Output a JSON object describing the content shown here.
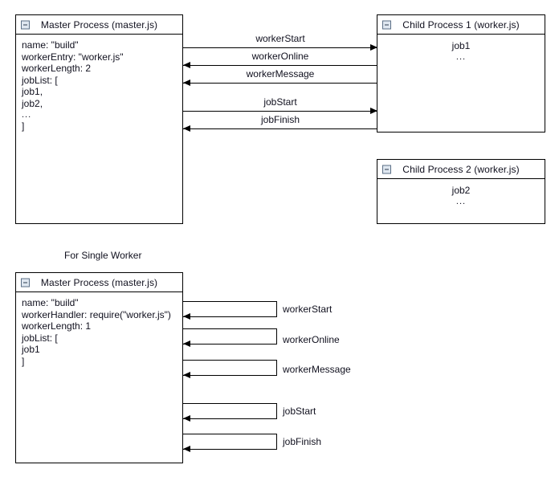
{
  "diagram": {
    "title": "Master / Child Process Messaging Diagram",
    "background_color": "#ffffff",
    "line_color": "#000000",
    "text_color": "#10101e",
    "icon_fill": "#dfe7f0",
    "icon_border": "#5b6f86"
  },
  "section_caption": "For Single Worker",
  "multi_worker": {
    "master": {
      "icon": "collapse-minus-icon",
      "title": "Master Process (master.js)",
      "body_lines": [
        "name: \"build\"",
        "workerEntry: \"worker.js\"",
        "workerLength: 2",
        "jobList: [",
        "job1,",
        "job2,",
        "...",
        "]"
      ]
    },
    "children": [
      {
        "icon": "collapse-minus-icon",
        "title": "Child Process 1 (worker.js)",
        "body_lines": [
          "job1",
          "..."
        ]
      },
      {
        "icon": "collapse-minus-icon",
        "title": "Child Process 2 (worker.js)",
        "body_lines": [
          "job2",
          "..."
        ]
      }
    ],
    "messages": [
      {
        "label": "workerStart",
        "direction": "right"
      },
      {
        "label": "workerOnline",
        "direction": "left"
      },
      {
        "label": "workerMessage",
        "direction": "left"
      },
      {
        "label": "jobStart",
        "direction": "right"
      },
      {
        "label": "jobFinish",
        "direction": "left"
      }
    ]
  },
  "single_worker": {
    "master": {
      "icon": "collapse-minus-icon",
      "title": "Master Process (master.js)",
      "body_lines": [
        "name: \"build\"",
        "workerHandler: require(\"worker.js\")",
        "workerLength: 1",
        "jobList: [",
        "job1",
        "]"
      ]
    },
    "messages": [
      {
        "label": "workerStart",
        "direction": "self-loop-left"
      },
      {
        "label": "workerOnline",
        "direction": "self-loop-left"
      },
      {
        "label": "workerMessage",
        "direction": "self-loop-left"
      },
      {
        "label": "jobStart",
        "direction": "self-loop-left"
      },
      {
        "label": "jobFinish",
        "direction": "self-loop-left"
      }
    ]
  }
}
